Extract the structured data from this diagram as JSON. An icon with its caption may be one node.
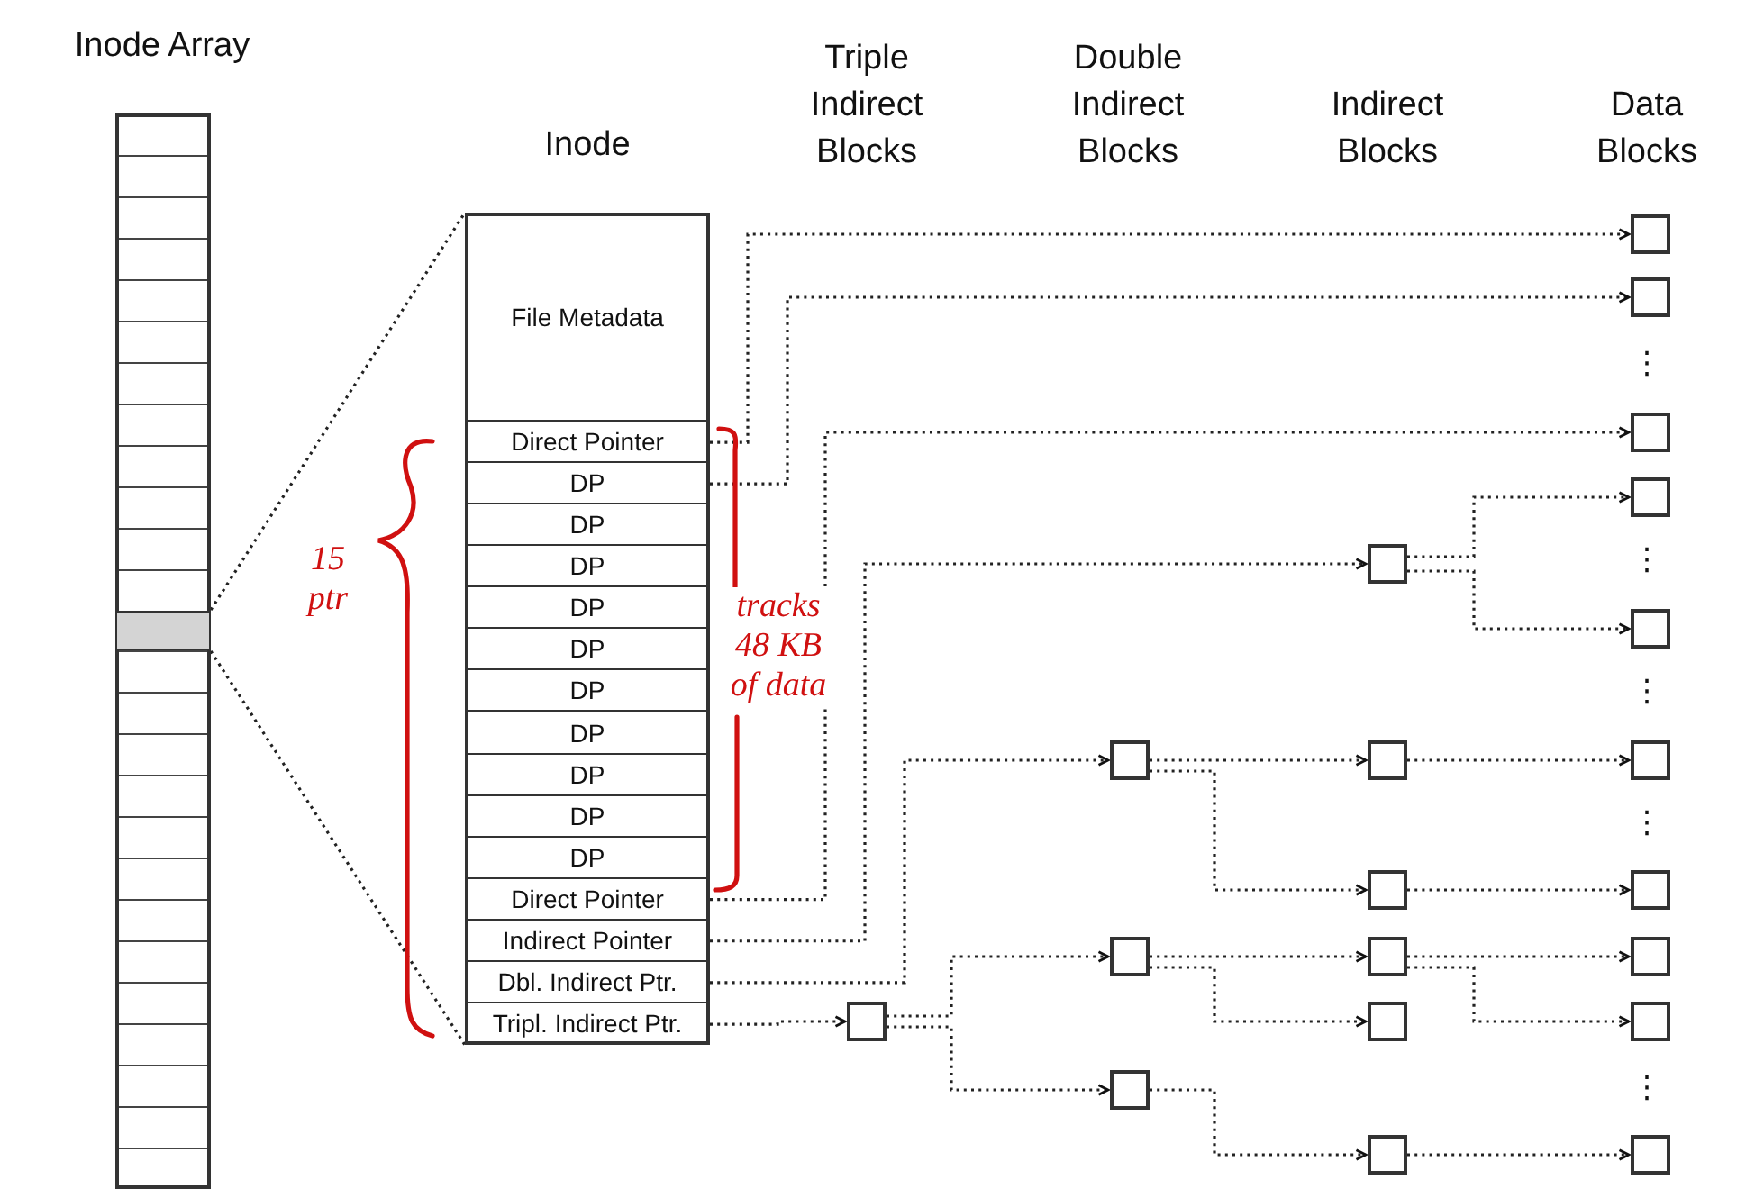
{
  "diagram": {
    "nodes": [
      {
        "text": [
          "Inode Array"
        ]
      },
      {
        "text": [],
        "shape": "box",
        "in": 0
      },
      {
        "text": [
          "Inode"
        ]
      },
      {
        "text": [
          "File Metadata"
        ],
        "in": 2
      },
      {
        "text": [
          "Direct Pointer"
        ],
        "in": 2
      },
      {
        "text": [
          "DP"
        ],
        "in": 2
      },
      {
        "text": [
          "DP"
        ],
        "in": 2
      },
      {
        "text": [
          "DP"
        ],
        "in": 2
      },
      {
        "text": [
          "DP"
        ],
        "in": 2
      },
      {
        "text": [
          "DP"
        ],
        "in": 2
      },
      {
        "text": [
          "DP"
        ],
        "in": 2
      },
      {
        "text": [
          "DP"
        ],
        "in": 2
      },
      {
        "text": [
          "DP"
        ],
        "in": 2
      },
      {
        "text": [
          "DP"
        ],
        "in": 2
      },
      {
        "text": [
          "DP"
        ],
        "in": 2
      },
      {
        "text": [
          "Direct Pointer"
        ],
        "in": 2
      },
      {
        "text": [
          "Indirect Pointer"
        ],
        "in": 2
      },
      {
        "text": [
          "Dbl. Indirect Ptr."
        ],
        "in": 2
      },
      {
        "text": [
          "Tripl. Indirect Ptr."
        ],
        "in": 2
      },
      {
        "text": [],
        "shape": "box"
      },
      {
        "text": [],
        "shape": "box"
      },
      {
        "text": [],
        "shape": "box"
      },
      {
        "text": [],
        "shape": "box"
      },
      {
        "text": [],
        "shape": "box"
      },
      {
        "text": [],
        "shape": "box"
      },
      {
        "text": [],
        "shape": "box"
      },
      {
        "text": [],
        "shape": "box"
      },
      {
        "text": [],
        "shape": "box"
      },
      {
        "text": [],
        "shape": "box"
      },
      {
        "text": [],
        "shape": "box"
      },
      {
        "text": [],
        "shape": "box"
      },
      {
        "text": [],
        "shape": "box"
      },
      {
        "text": [],
        "shape": "box"
      },
      {
        "text": [],
        "shape": "box"
      },
      {
        "text": [],
        "shape": "box"
      },
      {
        "text": [],
        "shape": "box"
      },
      {
        "text": [],
        "shape": "box"
      },
      {
        "text": [],
        "shape": "box"
      },
      {
        "text": [],
        "shape": "box"
      }
    ],
    "edges": [
      {
        "from": 1,
        "to": 2,
        "arrow": "none"
      },
      {
        "from": 1,
        "to": 2,
        "arrow": "none"
      },
      {
        "from": 4,
        "to": 29,
        "arrow": "to"
      },
      {
        "from": 5,
        "to": 30,
        "arrow": "to"
      },
      {
        "from": 15,
        "to": 31,
        "arrow": "to"
      },
      {
        "from": 16,
        "to": 23,
        "arrow": "to"
      },
      {
        "from": 17,
        "to": 20,
        "arrow": "to"
      },
      {
        "from": 18,
        "to": 19,
        "arrow": "to"
      },
      {
        "from": 23,
        "to": 32,
        "arrow": "to"
      },
      {
        "from": 23,
        "to": 33,
        "arrow": "to"
      },
      {
        "from": 20,
        "to": 24,
        "arrow": "to"
      },
      {
        "from": 20,
        "to": 25,
        "arrow": "to"
      },
      {
        "from": 24,
        "to": 34,
        "arrow": "to"
      },
      {
        "from": 25,
        "to": 35,
        "arrow": "to"
      },
      {
        "from": 19,
        "to": 21,
        "arrow": "to"
      },
      {
        "from": 19,
        "to": 22,
        "arrow": "to"
      },
      {
        "from": 21,
        "to": 26,
        "arrow": "to"
      },
      {
        "from": 21,
        "to": 27,
        "arrow": "to"
      },
      {
        "from": 26,
        "to": 36,
        "arrow": "to"
      },
      {
        "from": 26,
        "to": 37,
        "arrow": "to"
      },
      {
        "from": 22,
        "to": 28,
        "arrow": "to"
      },
      {
        "from": 28,
        "to": 38,
        "arrow": "to"
      }
    ],
    "labels": [
      "Triple Indirect Blocks",
      "Double Indirect Blocks",
      "Indirect Blocks",
      "Data Blocks",
      "⋮",
      "⋮",
      "15 ptr",
      "tracks 48 KB of data",
      "⋮",
      "⋮",
      "⋮"
    ]
  }
}
